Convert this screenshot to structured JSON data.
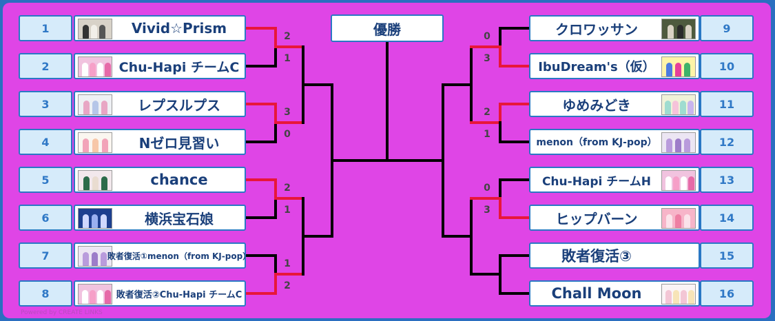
{
  "title": "優勝",
  "credit": "Powered by CREATE LINKS",
  "colors": {
    "winner_line": "#e8163a",
    "loser_line": "#000000",
    "background": "#df45e6",
    "seed_text": "#2f78c6"
  },
  "left": [
    {
      "seed": "1",
      "name": "Vivid☆Prism"
    },
    {
      "seed": "2",
      "name": "Chu-Hapi チームC"
    },
    {
      "seed": "3",
      "name": "レプスルプス"
    },
    {
      "seed": "4",
      "name": "Nゼロ見習い"
    },
    {
      "seed": "5",
      "name": "chance"
    },
    {
      "seed": "6",
      "name": "横浜宝石娘"
    },
    {
      "seed": "7",
      "name": "敗者復活①menon（from KJ-pop）"
    },
    {
      "seed": "8",
      "name": "敗者復活②Chu-Hapi チームC"
    }
  ],
  "right": [
    {
      "seed": "9",
      "name": "クロワッサン"
    },
    {
      "seed": "10",
      "name": "IbuDream's（仮）"
    },
    {
      "seed": "11",
      "name": "ゆめみどき"
    },
    {
      "seed": "12",
      "name": "menon（from KJ-pop）"
    },
    {
      "seed": "13",
      "name": "Chu-Hapi チームH"
    },
    {
      "seed": "14",
      "name": "ヒップバーン"
    },
    {
      "seed": "15",
      "name": "敗者復活③"
    },
    {
      "seed": "16",
      "name": "Chall Moon"
    }
  ],
  "scores": {
    "left": [
      [
        "2",
        "1"
      ],
      [
        "3",
        "0"
      ],
      [
        "2",
        "1"
      ],
      [
        "1",
        "2"
      ]
    ],
    "right": [
      [
        "0",
        "3"
      ],
      [
        "2",
        "1"
      ],
      [
        "0",
        "3"
      ]
    ]
  }
}
